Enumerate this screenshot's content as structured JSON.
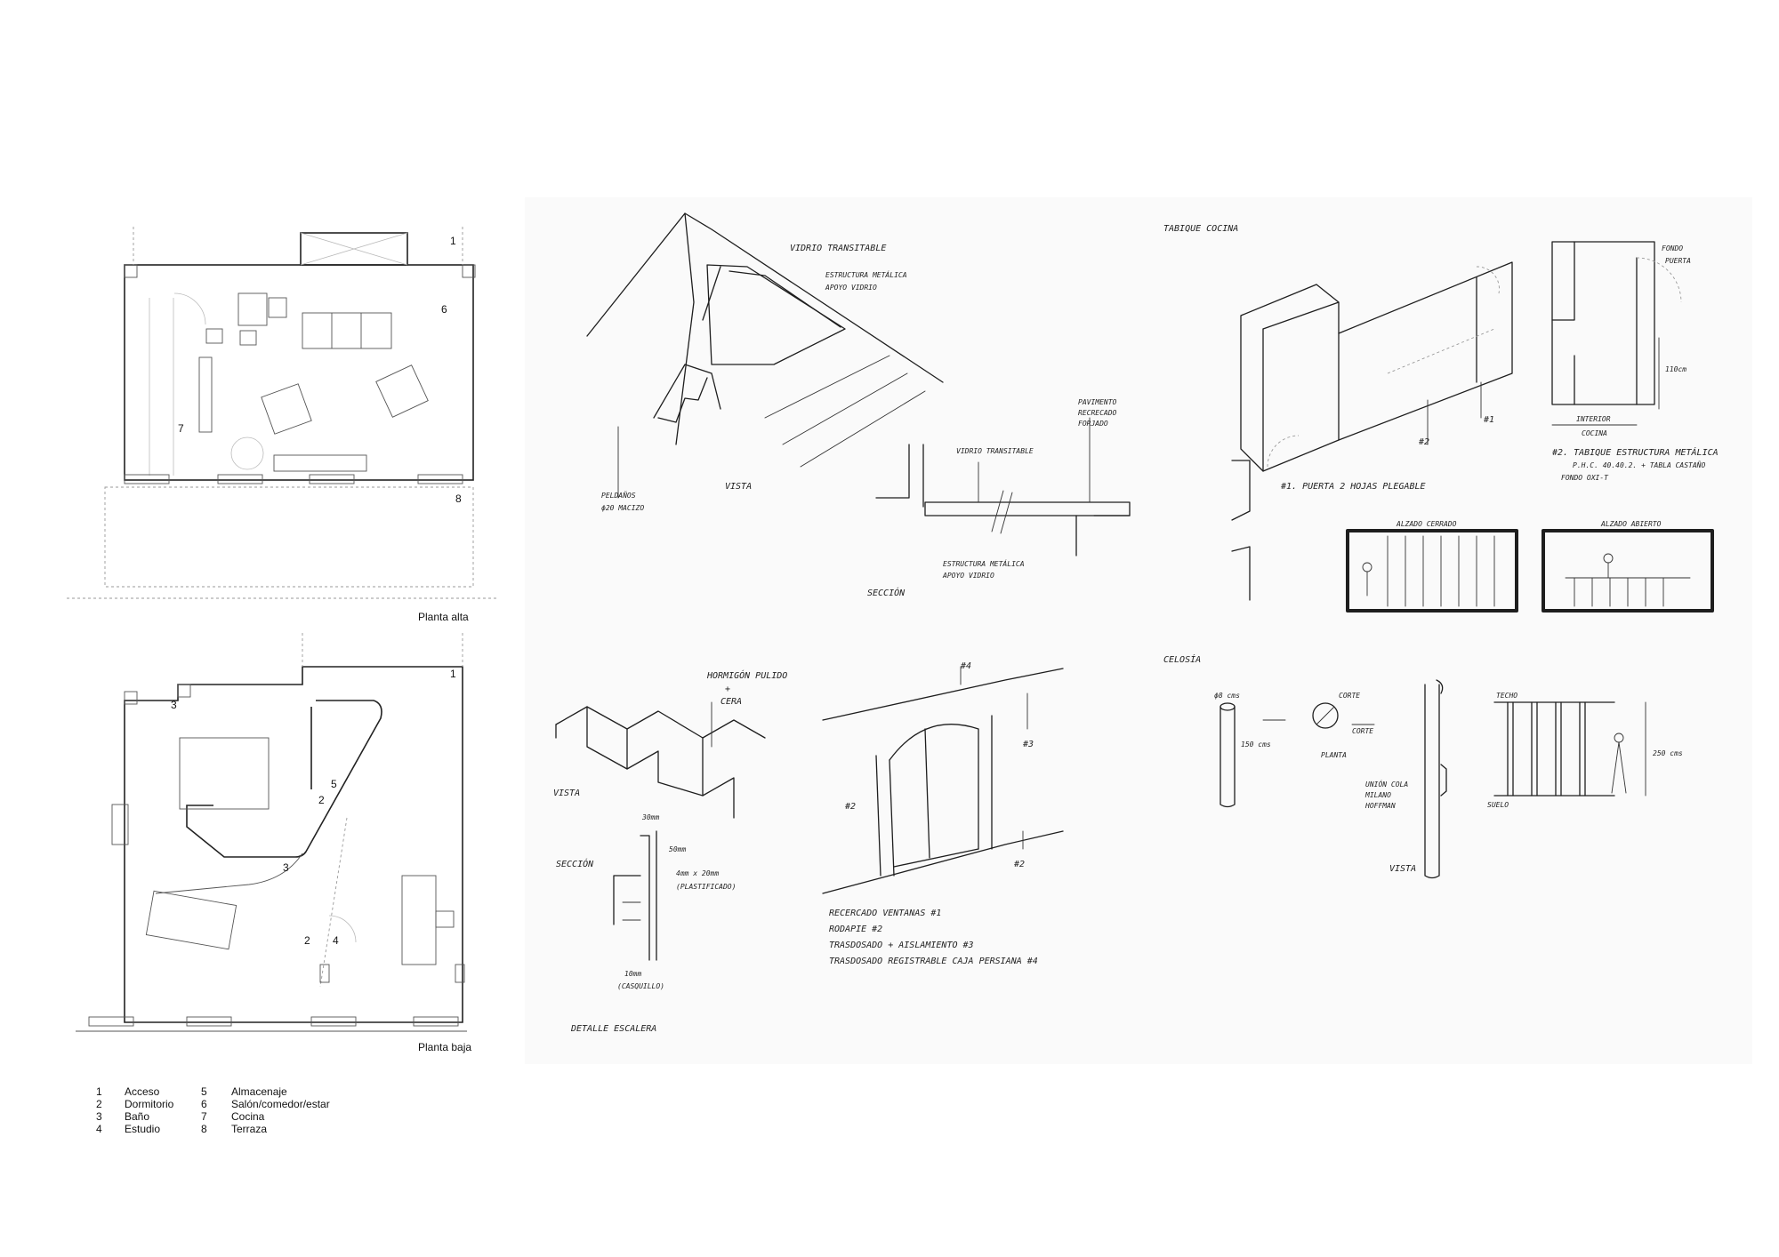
{
  "plans": {
    "upper": {
      "caption": "Planta alta",
      "labels": [
        "1",
        "6",
        "7",
        "8"
      ]
    },
    "lower": {
      "caption": "Planta baja",
      "labels": [
        "1",
        "3",
        "5",
        "2",
        "3",
        "2",
        "4"
      ]
    }
  },
  "legend": [
    {
      "num": "1",
      "text": "Acceso"
    },
    {
      "num": "2",
      "text": "Dormitorio"
    },
    {
      "num": "3",
      "text": "Baño"
    },
    {
      "num": "4",
      "text": "Estudio"
    },
    {
      "num": "5",
      "text": "Almacenaje"
    },
    {
      "num": "6",
      "text": "Salón/comedor/estar"
    },
    {
      "num": "7",
      "text": "Cocina"
    },
    {
      "num": "8",
      "text": "Terraza"
    }
  ],
  "sketches": {
    "glass_floor": {
      "notes": [
        "VIDRIO TRANSITABLE",
        "ESTRUCTURA METÁLICA",
        "APOYO VIDRIO",
        "PELDAÑOS",
        "ϕ20 MACIZO",
        "VISTA"
      ]
    },
    "glass_section": {
      "notes": [
        "PAVIMENTO",
        "RECRECADO",
        "FORJADO",
        "VIDRIO TRANSITABLE",
        "ESTRUCTURA METÁLICA",
        "APOYO VIDRIO",
        "SECCIÓN"
      ]
    },
    "kitchen_partition": {
      "title": "TABIQUE COCINA",
      "notes": [
        "#1",
        "#2",
        "FONDO",
        "PUERTA",
        "110cm",
        "INTERIOR",
        "COCINA",
        "#1. PUERTA 2 HOJAS PLEGABLE",
        "#2. TABIQUE ESTRUCTURA METÁLICA",
        "P.H.C. 40.40.2. + TABLA CASTAÑO",
        "FONDO OXI-T",
        "ALZADO CERRADO",
        "ALZADO ABIERTO"
      ]
    },
    "stair_detail": {
      "notes": [
        "HORMIGÓN PULIDO",
        "+",
        "CERA",
        "VISTA",
        "SECCIÓN",
        "30mm",
        "50mm",
        "4mm x 20mm",
        "(PLASTIFICADO)",
        "10mm",
        "(CASQUILLO)",
        "DETALLE ESCALERA"
      ]
    },
    "window_trim": {
      "notes": [
        "#4",
        "#3",
        "#2",
        "#2",
        "RECERCADO VENTANAS #1",
        "RODAPIE #2",
        "TRASDOSADO + AISLAMIENTO #3",
        "TRASDOSADO REGISTRABLE CAJA PERSIANA #4"
      ]
    },
    "lattice": {
      "title": "CELOSÍA",
      "notes": [
        "ϕ8 cms",
        "150 cms",
        "CORTE",
        "CORTE",
        "PLANTA",
        "UNIÓN COLA",
        "MILANO",
        "HOFFMAN",
        "VISTA",
        "TECHO",
        "SUELO",
        "250 cms"
      ]
    }
  }
}
